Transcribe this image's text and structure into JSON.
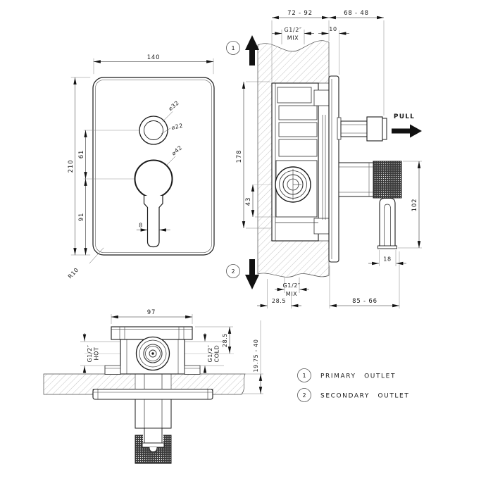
{
  "drawing": {
    "front": {
      "width": "140",
      "height": "210",
      "knob_offset": "61",
      "lever_offset": "91",
      "stem_width": "8",
      "corner_radius": "R10",
      "knob_outer_dia": "⌀32",
      "knob_inner_dia": "⌀22",
      "lever_dia": "⌀42"
    },
    "section": {
      "rough_in": "72 - 92",
      "protrusion": "68 - 48",
      "mix_top_thread": "G1/2″",
      "mix_top_name": "MIX",
      "plate_thickness": "10",
      "body_height": "178",
      "outlet_offset": "43",
      "handle_height": "102",
      "lever_width": "18",
      "handle_depth": "85 - 66",
      "mix_bottom_offset": "28.5",
      "mix_bottom_thread": "G1/2″",
      "mix_bottom_name": "MIX",
      "pull": "PULL",
      "marker_primary": "1",
      "marker_secondary": "2"
    },
    "bottom": {
      "body_width": "97",
      "hot_thread": "G1/2″",
      "hot_name": "HOT",
      "cold_thread": "G1/2″",
      "cold_name": "COLD",
      "port_offset": "28.5",
      "wall_thickness": "19.75 - 40"
    },
    "legend": {
      "items": [
        {
          "marker": "1",
          "label": "PRIMARY OUTLET"
        },
        {
          "marker": "2",
          "label": "SECONDARY OUTLET"
        }
      ]
    }
  }
}
